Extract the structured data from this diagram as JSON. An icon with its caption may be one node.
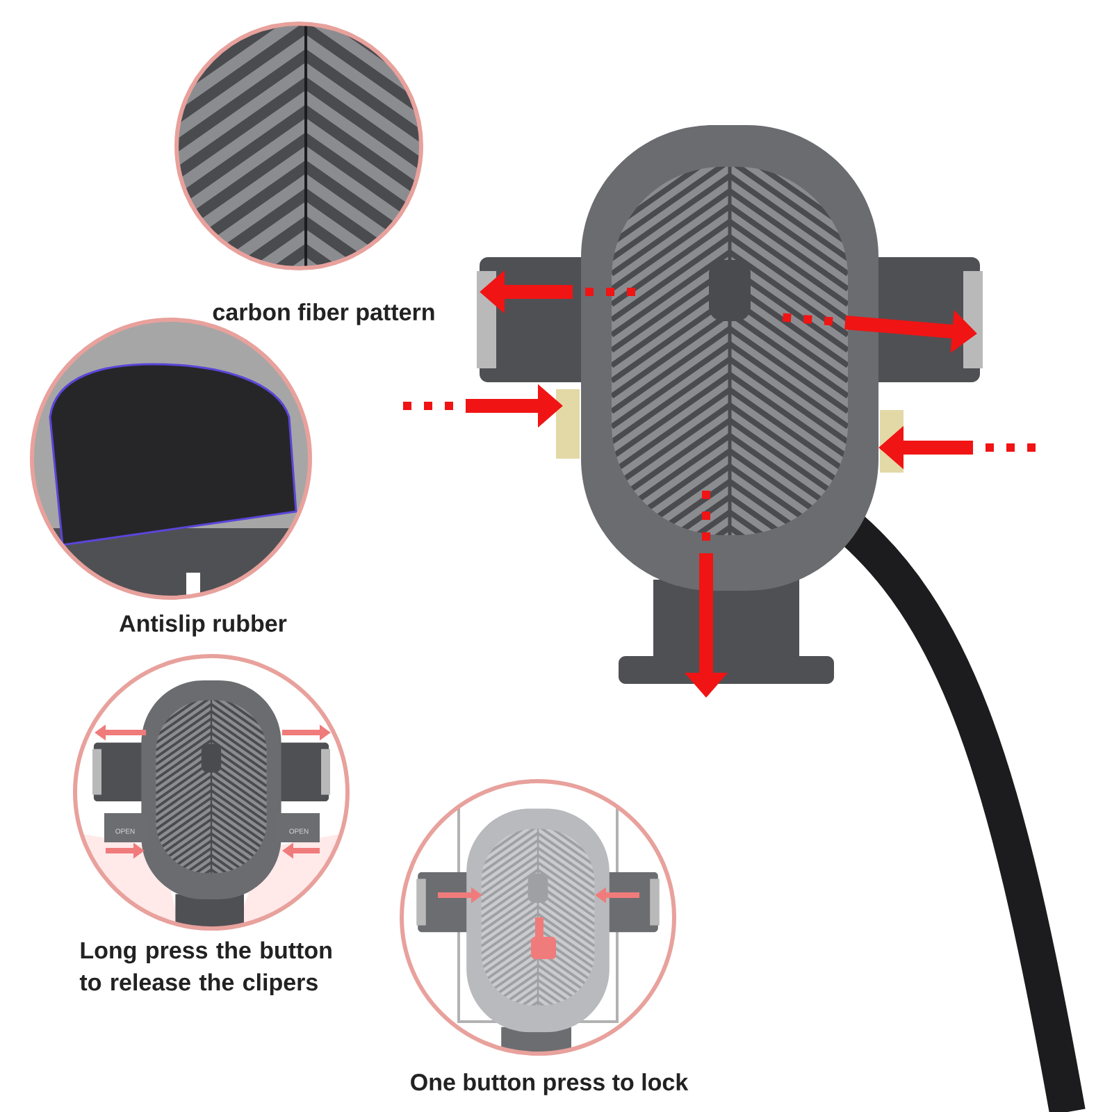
{
  "diagram": {
    "nodes": [
      {
        "text": [
          "carbon fiber pattern"
        ]
      },
      {
        "text": [
          "Antislip rubber"
        ]
      },
      {
        "text": [
          "Long press the button to release the clipers"
        ]
      },
      {
        "text": [
          "One button press to lock"
        ]
      }
    ],
    "labels": [
      "OPEN",
      "OPEN"
    ]
  }
}
